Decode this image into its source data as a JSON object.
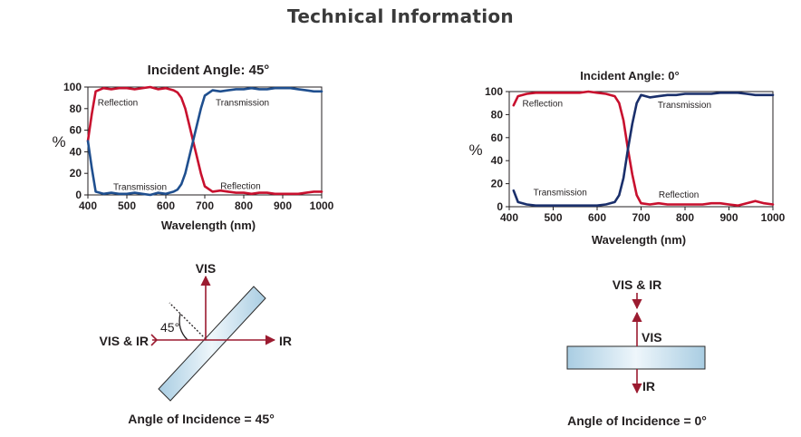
{
  "page": {
    "title": "Technical Information"
  },
  "chart_data": [
    {
      "type": "line",
      "title": "Incident Angle: 45°",
      "xlabel": "Wavelength (nm)",
      "ylabel": "%",
      "xlim": [
        400,
        1000
      ],
      "ylim": [
        0,
        100
      ],
      "xticks": [
        400,
        500,
        600,
        700,
        800,
        900,
        1000
      ],
      "yticks": [
        0,
        20,
        40,
        60,
        80,
        100
      ],
      "grid": false,
      "legend": "none",
      "series": [
        {
          "name": "Reflection",
          "color": "#c8102e",
          "x": [
            400,
            410,
            420,
            440,
            460,
            480,
            500,
            520,
            540,
            560,
            580,
            600,
            620,
            630,
            640,
            650,
            660,
            670,
            680,
            690,
            700,
            720,
            740,
            760,
            780,
            800,
            820,
            840,
            860,
            880,
            900,
            920,
            940,
            960,
            980,
            1000
          ],
          "y": [
            50,
            75,
            96,
            99,
            98,
            99,
            99,
            98,
            99,
            100,
            98,
            99,
            97,
            95,
            90,
            80,
            65,
            50,
            35,
            20,
            8,
            3,
            4,
            3,
            2,
            2,
            1,
            2,
            2,
            1,
            1,
            1,
            1,
            2,
            3,
            3
          ]
        },
        {
          "name": "Transmission",
          "color": "#1f4f8f",
          "x": [
            400,
            410,
            420,
            440,
            460,
            480,
            500,
            520,
            540,
            560,
            580,
            600,
            620,
            630,
            640,
            650,
            660,
            670,
            680,
            690,
            700,
            720,
            740,
            760,
            780,
            800,
            820,
            840,
            860,
            880,
            900,
            920,
            940,
            960,
            980,
            1000
          ],
          "y": [
            50,
            25,
            3,
            1,
            2,
            1,
            1,
            2,
            1,
            0,
            2,
            1,
            3,
            5,
            10,
            20,
            35,
            50,
            65,
            80,
            92,
            97,
            96,
            97,
            98,
            98,
            99,
            98,
            98,
            99,
            99,
            99,
            98,
            97,
            96,
            96
          ]
        }
      ],
      "annotations": [
        {
          "text": "Reflection",
          "x": 425,
          "y": 86
        },
        {
          "text": "Transmission",
          "x": 728,
          "y": 86
        },
        {
          "text": "Transmission",
          "x": 465,
          "y": 8
        },
        {
          "text": "Reflection",
          "x": 740,
          "y": 9
        }
      ]
    },
    {
      "type": "line",
      "title": "Incident Angle: 0°",
      "xlabel": "Wavelength (nm)",
      "ylabel": "%",
      "xlim": [
        400,
        1000
      ],
      "ylim": [
        0,
        100
      ],
      "xticks": [
        400,
        500,
        600,
        700,
        800,
        900,
        1000
      ],
      "yticks": [
        0,
        20,
        40,
        60,
        80,
        100
      ],
      "grid": false,
      "legend": "none",
      "series": [
        {
          "name": "Reflection",
          "color": "#c8102e",
          "x": [
            410,
            420,
            440,
            460,
            480,
            500,
            520,
            540,
            560,
            580,
            600,
            620,
            640,
            650,
            660,
            670,
            680,
            690,
            700,
            720,
            740,
            760,
            780,
            800,
            820,
            840,
            860,
            880,
            900,
            920,
            940,
            960,
            980,
            1000
          ],
          "y": [
            88,
            96,
            98,
            99,
            99,
            99,
            99,
            99,
            99,
            100,
            99,
            98,
            96,
            90,
            75,
            50,
            28,
            10,
            3,
            2,
            3,
            2,
            2,
            2,
            2,
            2,
            3,
            3,
            2,
            1,
            3,
            5,
            3,
            2
          ]
        },
        {
          "name": "Transmission",
          "color": "#1a2f6b",
          "x": [
            410,
            420,
            440,
            460,
            480,
            500,
            520,
            540,
            560,
            580,
            600,
            620,
            640,
            650,
            660,
            670,
            680,
            690,
            700,
            720,
            740,
            760,
            780,
            800,
            820,
            840,
            860,
            880,
            900,
            920,
            940,
            960,
            980,
            1000
          ],
          "y": [
            14,
            4,
            2,
            1,
            1,
            1,
            1,
            1,
            1,
            1,
            1,
            2,
            4,
            10,
            25,
            50,
            72,
            90,
            97,
            95,
            96,
            97,
            97,
            98,
            98,
            98,
            98,
            99,
            99,
            99,
            98,
            97,
            97,
            97
          ]
        }
      ],
      "annotations": [
        {
          "text": "Reflection",
          "x": 430,
          "y": 90
        },
        {
          "text": "Transmission",
          "x": 738,
          "y": 89
        },
        {
          "text": "Transmission",
          "x": 455,
          "y": 13
        },
        {
          "text": "Reflection",
          "x": 740,
          "y": 11
        }
      ]
    }
  ],
  "diagrams": {
    "left": {
      "vis_label": "VIS",
      "input_label": "VIS & IR",
      "output_label": "IR",
      "angle_label": "45°",
      "caption": "Angle of Incidence = 45°"
    },
    "right": {
      "input_label": "VIS & IR",
      "reflected_label": "VIS",
      "output_label": "IR",
      "caption": "Angle of Incidence = 0°"
    }
  },
  "colors": {
    "arrow": "#9b1b30",
    "glass": "#cfe3ef",
    "glass_edge": "#2b2b2b"
  }
}
